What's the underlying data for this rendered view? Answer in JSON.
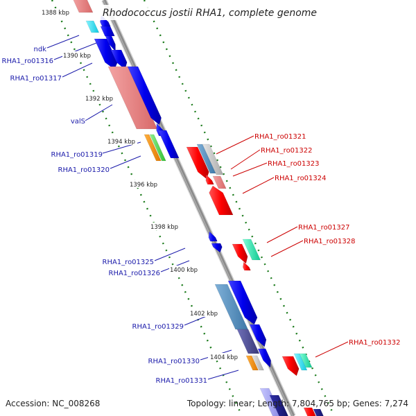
{
  "title": "Rhodococcus jostii RHA1, complete genome",
  "accession": "Accession: NC_008268",
  "summary": "Topology: linear; Length: 7,804,765 bp; Genes: 7,274",
  "colors": {
    "backbone": "#8c8c8c",
    "left_labels": "#1a1aaa",
    "right_labels": "#cc0000",
    "ticks": "#1a7a1a"
  },
  "kbp_ticks": [
    "1388 kbp",
    "1390 kbp",
    "1392 kbp",
    "1394 kbp",
    "1396 kbp",
    "1398 kbp",
    "1400 kbp",
    "1402 kbp",
    "1404 kbp"
  ],
  "left_labels": [
    "ndk",
    "RHA1_ro01316",
    "RHA1_ro01317",
    "valS",
    "RHA1_ro01319",
    "RHA1_ro01320",
    "RHA1_ro01325",
    "RHA1_ro01326",
    "RHA1_ro01329",
    "RHA1_ro01330",
    "RHA1_ro01331"
  ],
  "right_labels": [
    "RHA1_ro01321",
    "RHA1_ro01322",
    "RHA1_ro01323",
    "RHA1_ro01324",
    "RHA1_ro01327",
    "RHA1_ro01328",
    "RHA1_ro01332"
  ]
}
